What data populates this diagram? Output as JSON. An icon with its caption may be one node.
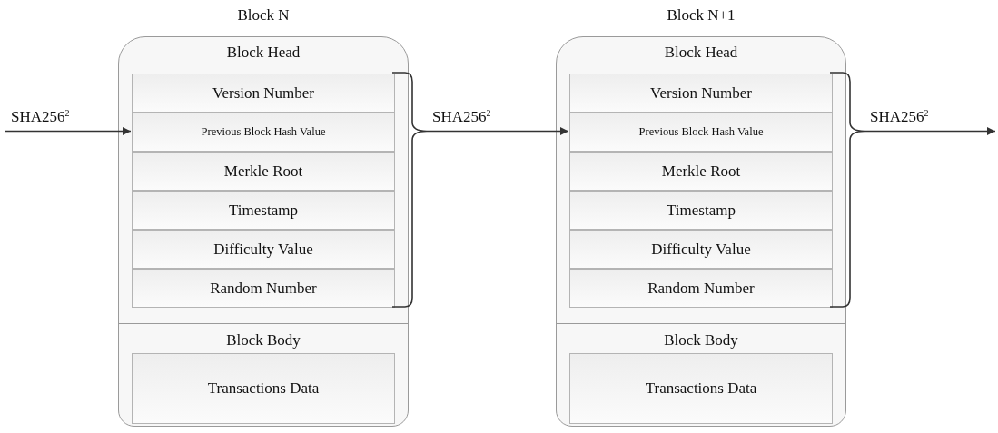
{
  "diagram": {
    "nodes": [
      {
        "text": [
          "Block N"
        ]
      },
      {
        "text": [
          "Block Head"
        ],
        "in": 0
      },
      {
        "text": [
          "Version Number"
        ],
        "in": 1
      },
      {
        "text": [
          "Previous Block Hash Value"
        ],
        "in": 1
      },
      {
        "text": [
          "Merkle Root"
        ],
        "in": 1
      },
      {
        "text": [
          "Timestamp"
        ],
        "in": 1
      },
      {
        "text": [
          "Difficulty Value"
        ],
        "in": 1
      },
      {
        "text": [
          "Random Number"
        ],
        "in": 1
      },
      {
        "text": [
          "Block Body"
        ],
        "in": 0
      },
      {
        "text": [
          "Transactions Data"
        ],
        "in": 8
      },
      {
        "text": [
          "Block N+1"
        ]
      },
      {
        "text": [
          "Block Head"
        ],
        "in": 10
      },
      {
        "text": [
          "Version Number"
        ],
        "in": 11
      },
      {
        "text": [
          "Previous Block Hash Value"
        ],
        "in": 11
      },
      {
        "text": [
          "Merkle Root"
        ],
        "in": 11
      },
      {
        "text": [
          "Timestamp"
        ],
        "in": 11
      },
      {
        "text": [
          "Difficulty Value"
        ],
        "in": 11
      },
      {
        "text": [
          "Random Number"
        ],
        "in": 11
      },
      {
        "text": [
          "Block Body"
        ],
        "in": 10
      },
      {
        "text": [
          "Transactions Data"
        ],
        "in": 18
      }
    ],
    "edges": [
      {
        "from": null,
        "to": 3,
        "arrow": "to",
        "label": "SHA256$^{2}$"
      },
      {
        "from": 1,
        "to": 13,
        "arrow": "to",
        "label": "SHA256$^{2}$"
      },
      {
        "from": 11,
        "to": null,
        "arrow": "to",
        "label": "SHA256$^{2}$"
      }
    ]
  }
}
